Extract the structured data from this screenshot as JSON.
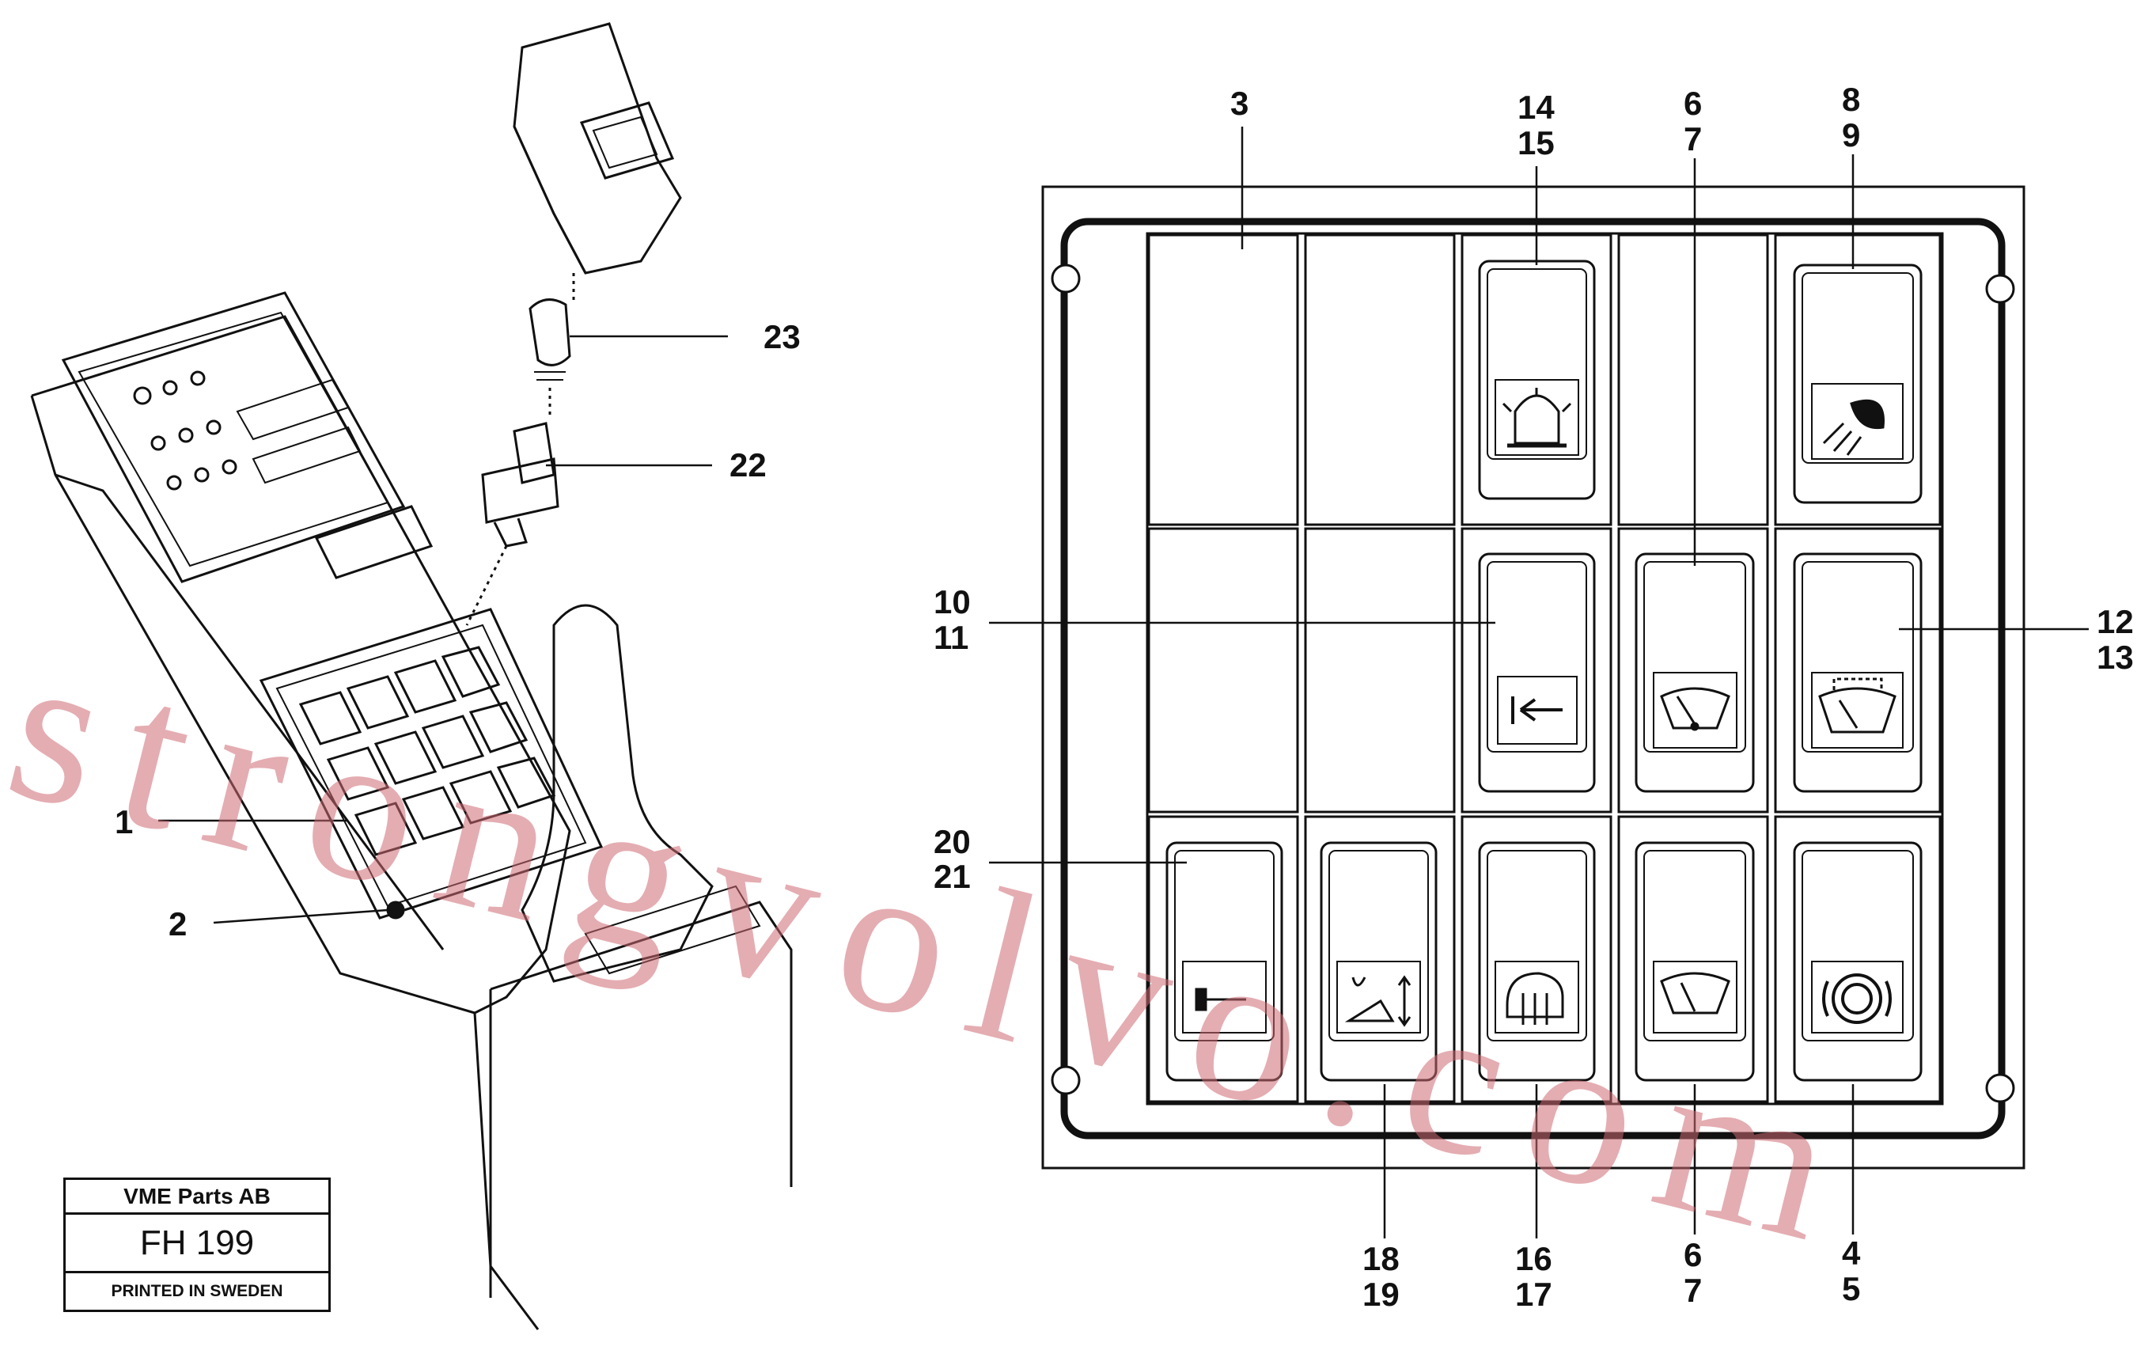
{
  "title_block": {
    "company": "VME Parts AB",
    "drawing_code": "FH 199",
    "printed": "PRINTED IN SWEDEN"
  },
  "watermark": "strongvolvo.com",
  "left_callouts": {
    "c1": "1",
    "c2": "2",
    "c22": "22",
    "c23": "23"
  },
  "panel_callouts": {
    "top_3": "3",
    "top_14": "14",
    "top_15": "15",
    "top_6": "6",
    "top_7": "7",
    "top_8": "8",
    "top_9": "9",
    "left_10": "10",
    "left_11": "11",
    "left_20": "20",
    "left_21": "21",
    "right_12": "12",
    "right_13": "13",
    "bottom_18": "18",
    "bottom_19": "19",
    "bottom_16": "16",
    "bottom_17": "17",
    "bottom_6": "6",
    "bottom_7": "7",
    "bottom_4": "4",
    "bottom_5": "5"
  },
  "switch_icons": {
    "r1c3": "rotating-beacon-icon",
    "r1c5": "work-light-icon",
    "r2c3": "arrow-left-stop-icon",
    "r2c4": "rear-wiper-icon",
    "r2c5": "front-wiper-icon",
    "r3c1": "hammer-icon",
    "r3c2": "boom-float-icon",
    "r3c3": "rear-defroster-icon",
    "r3c4": "windshield-wiper-icon",
    "r3c5": "brake-icon"
  },
  "colors": {
    "line": "#111111",
    "watermark": "#cd6973"
  }
}
